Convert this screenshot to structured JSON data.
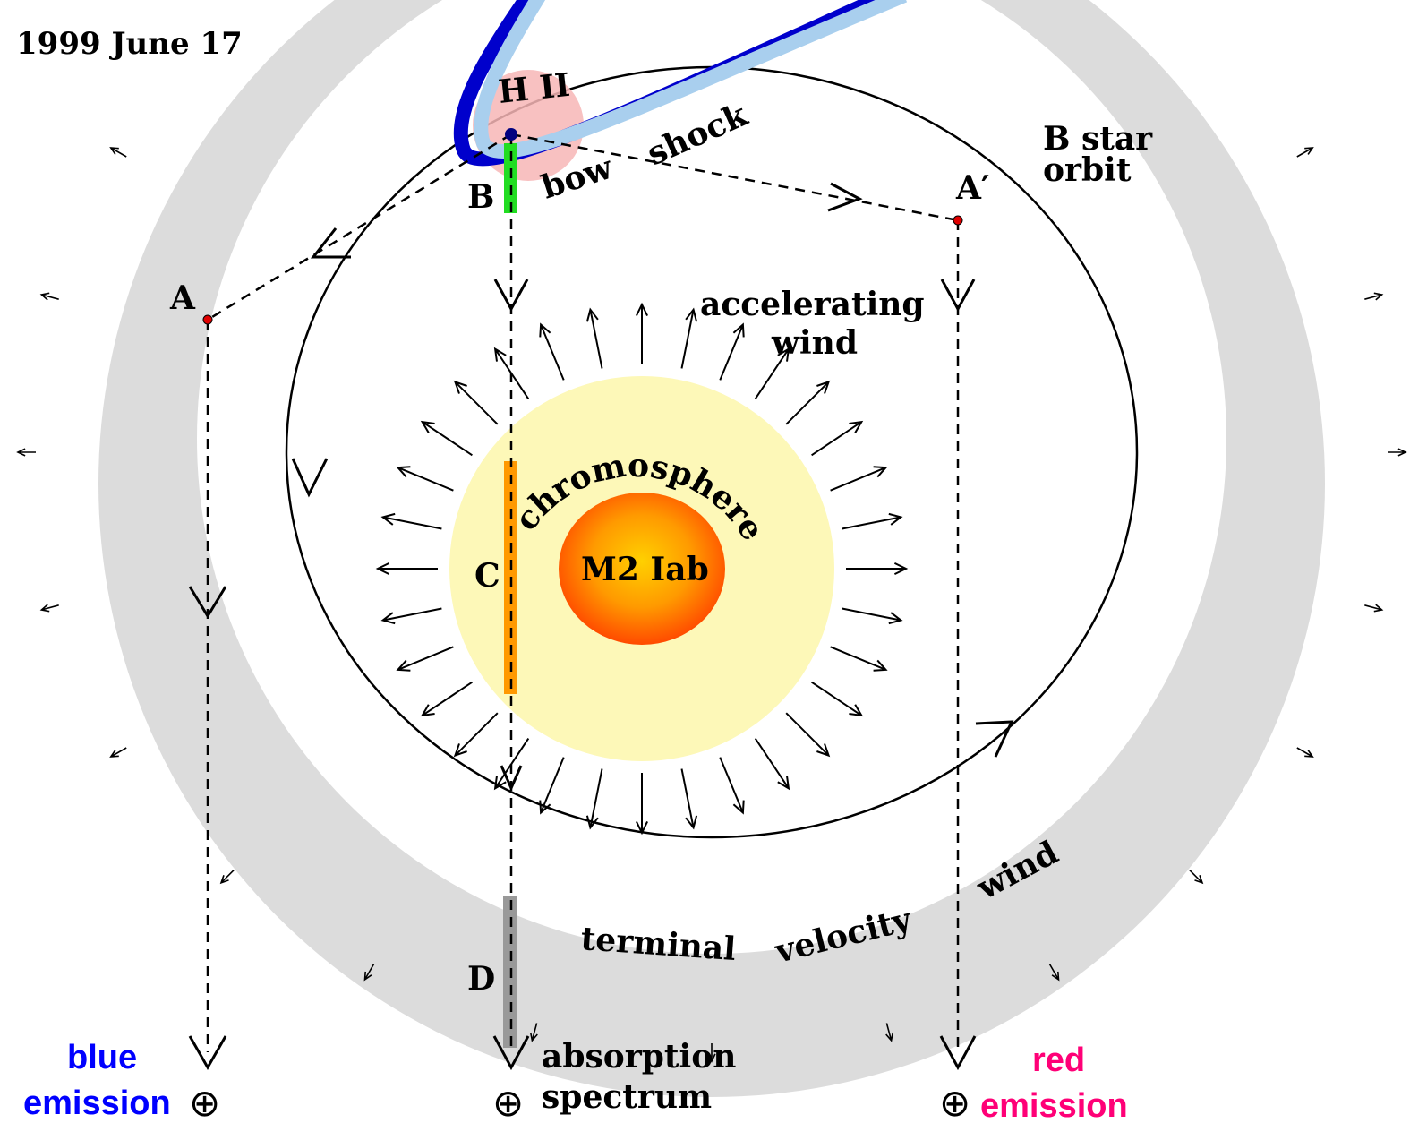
{
  "figure": {
    "date": "1999 June 17",
    "labels": {
      "h2": "H II",
      "bow": "bow",
      "shock": "shock",
      "b_star_orbit_line1": "B star",
      "b_star_orbit_line2": "orbit",
      "accelerating_line1": "accelerating",
      "accelerating_line2": "wind",
      "chromosphere": "chromosphere",
      "star": "M2 Iab",
      "terminal": "terminal",
      "velocity": "velocity",
      "wind_outer": "wind",
      "point_a": "A",
      "point_a_prime": "A′",
      "point_b": "B",
      "point_c": "C",
      "point_d": "D",
      "blue_line1": "blue",
      "blue_line2": "emission",
      "absorption_line1": "absorption",
      "absorption_line2": "spectrum",
      "red_line1": "red",
      "red_line2": "emission",
      "earth_symbol": "⊕"
    },
    "colors": {
      "outer_wind": "#dcdcdc",
      "chromosphere": "#fdf8b8",
      "star_core": "#ff8c00",
      "star_edge": "#ff4500",
      "bow_shock_dark": "#0000cc",
      "bow_shock_light": "#a9cfee",
      "h2_region": "#f7b6b6",
      "column_b": "#22dd22",
      "column_c": "#ff9900",
      "column_d": "#999999",
      "blue_text": "#0000ff",
      "red_text": "#ff0077",
      "point_marker": "#e00000"
    }
  }
}
